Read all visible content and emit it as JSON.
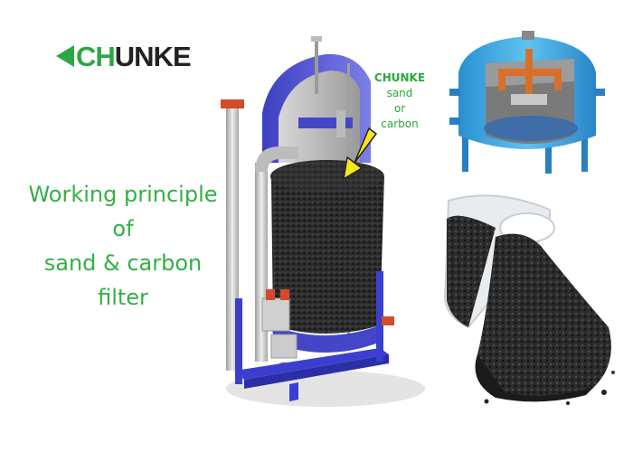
{
  "logo": {
    "icon": "chunke-arrow-mark",
    "text_accent": "CH",
    "text_rest": "UNKE",
    "color_accent": "#2fa646",
    "color_text": "#222222"
  },
  "headline": {
    "line1": "Working principle",
    "line2": "of",
    "line3": "sand & carbon",
    "line4": "filter",
    "color": "#33b045"
  },
  "callout": {
    "line1": "CHUNKE",
    "line2": "sand",
    "line3": "or",
    "line4": "carbon",
    "color": "#2aa838",
    "arrow_color": "#f5e61a"
  },
  "illustrations": {
    "main": "cutaway-filter-vessel",
    "cutaway": "tank-cutaway",
    "media": "granular-activated-carbon-glass"
  }
}
